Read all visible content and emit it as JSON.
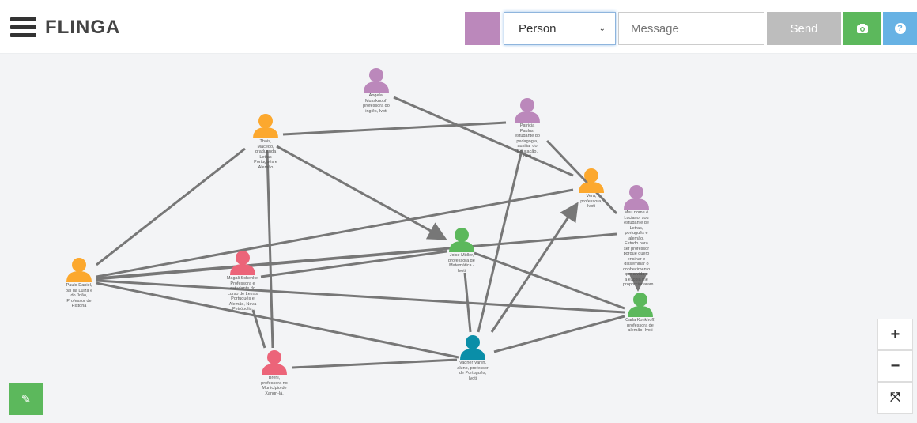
{
  "header": {
    "logo": "FLINGA",
    "type_select": "Person",
    "message_placeholder": "Message",
    "send_label": "Send",
    "help_label": "?"
  },
  "colors": {
    "purple": "#bb88bb",
    "orange": "#fca82e",
    "green": "#5cb85c",
    "red": "#ec6479",
    "teal": "#0a8ea8"
  },
  "nodes": [
    {
      "id": "angela",
      "label": "Ângela, Mussknopf, professora do inglês, Ivoti",
      "color": "purple"
    },
    {
      "id": "thais",
      "label": "Thais, Macedo, graduanda Letras Português e Alemão",
      "color": "orange"
    },
    {
      "id": "patricia",
      "label": "Patricia Paulus, estudante do pedagogia, auxiliar do Educação, Ivoti",
      "color": "purple"
    },
    {
      "id": "vera",
      "label": "Vera, professora, Ivoti",
      "color": "orange"
    },
    {
      "id": "luciano",
      "label": "Meu nome é Luciano, sou estudante de Letras, português e alemão. Estudo para ser professor porque quero ensinar e disseminar o conhecimento que a vida e a escola me proporcionaram",
      "color": "purple"
    },
    {
      "id": "joice",
      "label": "Joice Müller, professora de Matemática - Ivoti",
      "color": "green"
    },
    {
      "id": "paulo",
      "label": "Paulo Daniel, pai da Luiza e do João, Professor de História",
      "color": "orange"
    },
    {
      "id": "magali",
      "label": "Magali Schenkel Professora e estudante do curso de Letras Português e Alemão, Nova Petrópolis.",
      "color": "red"
    },
    {
      "id": "carla",
      "label": "Carla Konkhoff, professora de alemão, Ivoti",
      "color": "green"
    },
    {
      "id": "breni",
      "label": "Breni, professora no Município de Xangri-lá.",
      "color": "red"
    },
    {
      "id": "teal",
      "label": "Vagner Vanin, aluno, professor de Português, Ivoti",
      "color": "teal"
    }
  ],
  "zoom_controls": {
    "zoom_in": "+",
    "zoom_out": "−",
    "fit": "⤧"
  },
  "icons": {
    "menu": "menu-icon",
    "camera": "camera-icon",
    "help": "help-icon",
    "edit": "pencil-icon"
  }
}
